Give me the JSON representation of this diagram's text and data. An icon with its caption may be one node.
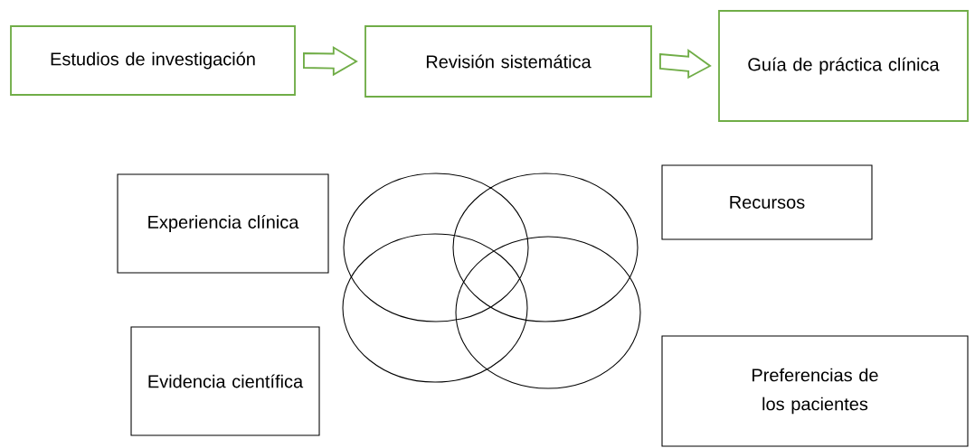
{
  "diagram": {
    "nodes": [
      {
        "text": [
          "Estudios de investigación"
        ]
      },
      {
        "text": [
          "Revisión sistemática"
        ]
      },
      {
        "text": [
          "Guía de práctica clínica"
        ]
      },
      {
        "text": [
          "Experiencia clínica"
        ]
      },
      {
        "text": [
          "Recursos"
        ]
      },
      {
        "text": [
          "Evidencia científica"
        ]
      },
      {
        "text": [
          "Preferencias de los pacientes"
        ]
      }
    ],
    "edges": [
      {
        "from": 0,
        "to": 1,
        "arrow": "to",
        "color": "#70ad47"
      },
      {
        "from": 1,
        "to": 2,
        "arrow": "to",
        "color": "#70ad47"
      }
    ]
  }
}
